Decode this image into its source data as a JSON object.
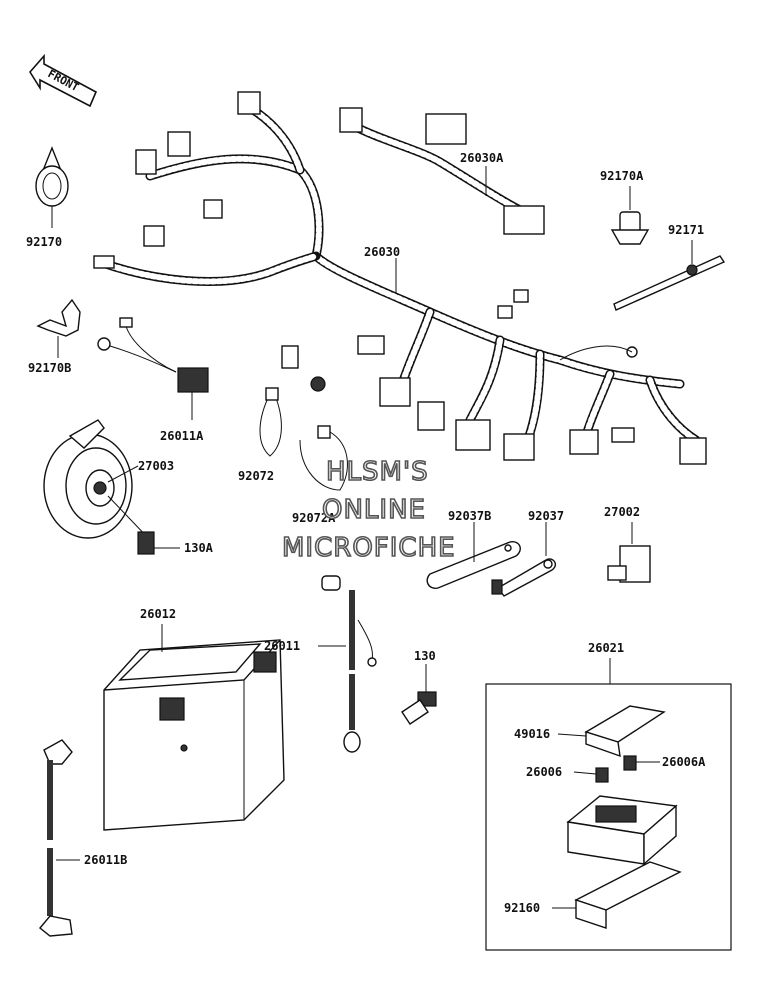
{
  "front_arrow": {
    "text": "FRONT"
  },
  "labels": {
    "l92170": "92170",
    "l92170A": "92170A",
    "l92170B": "92170B",
    "l92171": "92171",
    "l26030": "26030",
    "l26030A": "26030A",
    "l26011A": "26011A",
    "l27003": "27003",
    "l130A": "130A",
    "l92072": "92072",
    "l92072A": "92072A",
    "l92037B": "92037B",
    "l92037": "92037",
    "l27002": "27002",
    "l26012": "26012",
    "l26011": "26011",
    "l130": "130",
    "l26021": "26021",
    "l49016": "49016",
    "l26006": "26006",
    "l26006A": "26006A",
    "l26011B": "26011B",
    "l92160": "92160"
  },
  "watermark": {
    "line1": "HLSM'S",
    "line2": "ONLINE",
    "line3": "MICROFICHE"
  }
}
